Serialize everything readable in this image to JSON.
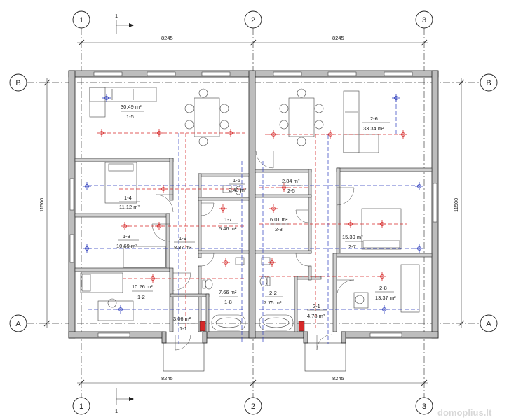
{
  "grid_axes": {
    "columns": [
      "1",
      "2",
      "3"
    ],
    "rows": [
      "B",
      "A"
    ]
  },
  "section_mark": "1",
  "dimensions": {
    "top": [
      "8245",
      "8245"
    ],
    "bottom": [
      "8245",
      "8245"
    ],
    "left": "11500",
    "right": "11500"
  },
  "rooms": [
    {
      "id": "1-5",
      "area": "30.49 m²"
    },
    {
      "id": "1-4",
      "area": "11.12 m²"
    },
    {
      "id": "1-3",
      "area": "10.69 m²"
    },
    {
      "id": "1-2",
      "area": "10.26 m²"
    },
    {
      "id": "1-1",
      "area": "3.06 m²"
    },
    {
      "id": "1-6",
      "area": "2.40 m²"
    },
    {
      "id": "1-7",
      "area": "5.46 m²"
    },
    {
      "id": "1-8",
      "area": "7.66 m²"
    },
    {
      "id": "1-9",
      "area": "8.37 m²"
    },
    {
      "id": "2-6",
      "area": "33.34 m²"
    },
    {
      "id": "2-5",
      "area": "2.84 m²"
    },
    {
      "id": "2-3",
      "area": "6.01 m²"
    },
    {
      "id": "2-7",
      "area": "15.39 m²"
    },
    {
      "id": "2-2",
      "area": "7.75 m²"
    },
    {
      "id": "2-8",
      "area": "13.37 m²"
    },
    {
      "id": "2-1",
      "area": "4.78 m²"
    }
  ],
  "watermark": "domoplius.lt",
  "colors": {
    "lighting_circuit": "#d62828",
    "power_circuit": "#2b3bbd",
    "heater": "#d62828"
  }
}
